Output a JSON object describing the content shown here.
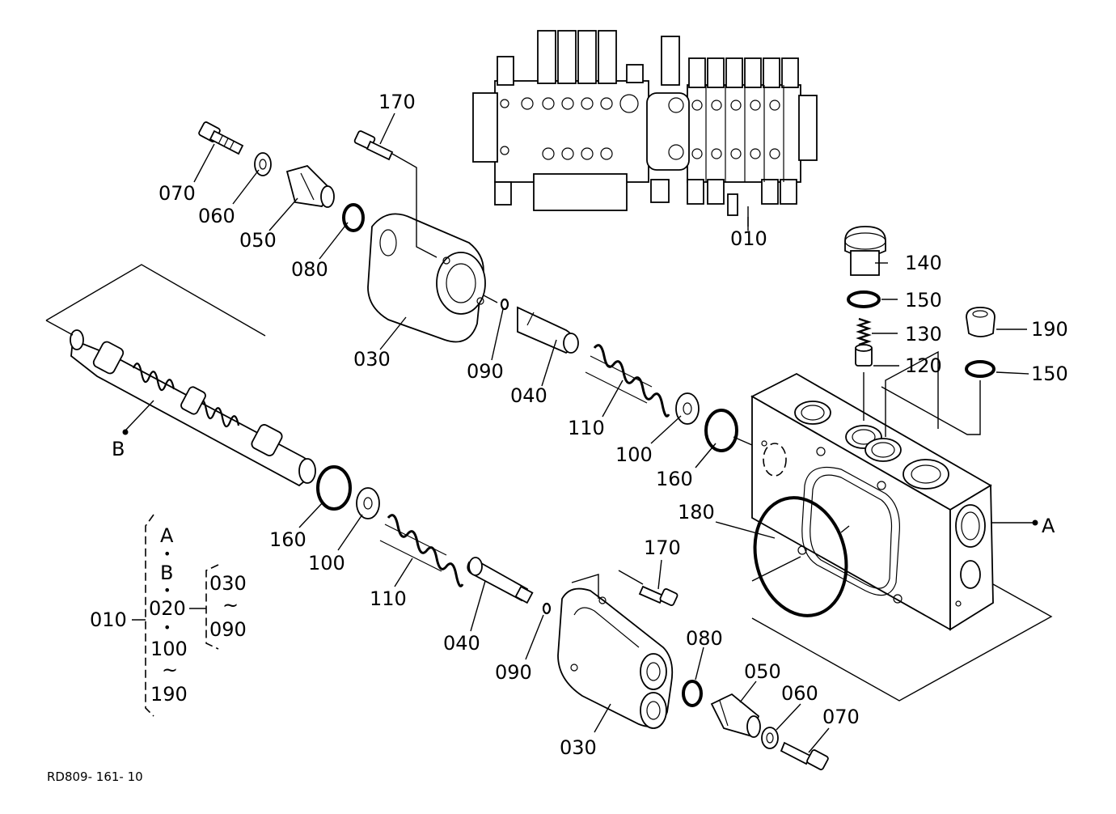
{
  "diagram": {
    "drawing_code": "RD809- 161- 10",
    "callouts": {
      "p170_top": "170",
      "p070_top": "070",
      "p060_top": "060",
      "p050_top": "050",
      "p080_top": "080",
      "p030_top": "030",
      "p090_top": "090",
      "p040_top": "040",
      "p110_top": "110",
      "p100_top": "100",
      "p160_top": "160",
      "p010_assembly": "010",
      "p140": "140",
      "p150_a": "150",
      "p130": "130",
      "p120": "120",
      "p190": "190",
      "p150_b": "150",
      "p180": "180",
      "p160_bot": "160",
      "p100_bot": "100",
      "p110_bot": "110",
      "p040_bot": "040",
      "p090_bot": "090",
      "p170_bot": "170",
      "p080_bot": "080",
      "p050_bot": "050",
      "p060_bot": "060",
      "p070_bot": "070",
      "p030_bot": "030"
    },
    "ref_points": {
      "a": "A",
      "b": "B"
    },
    "legend": {
      "root": "010",
      "a": "A",
      "b": "B",
      "mid": "020",
      "sub_from": "030",
      "sub_to": "090",
      "range_from": "100",
      "range_to": "190",
      "dot": "•",
      "tilde": "~"
    }
  }
}
